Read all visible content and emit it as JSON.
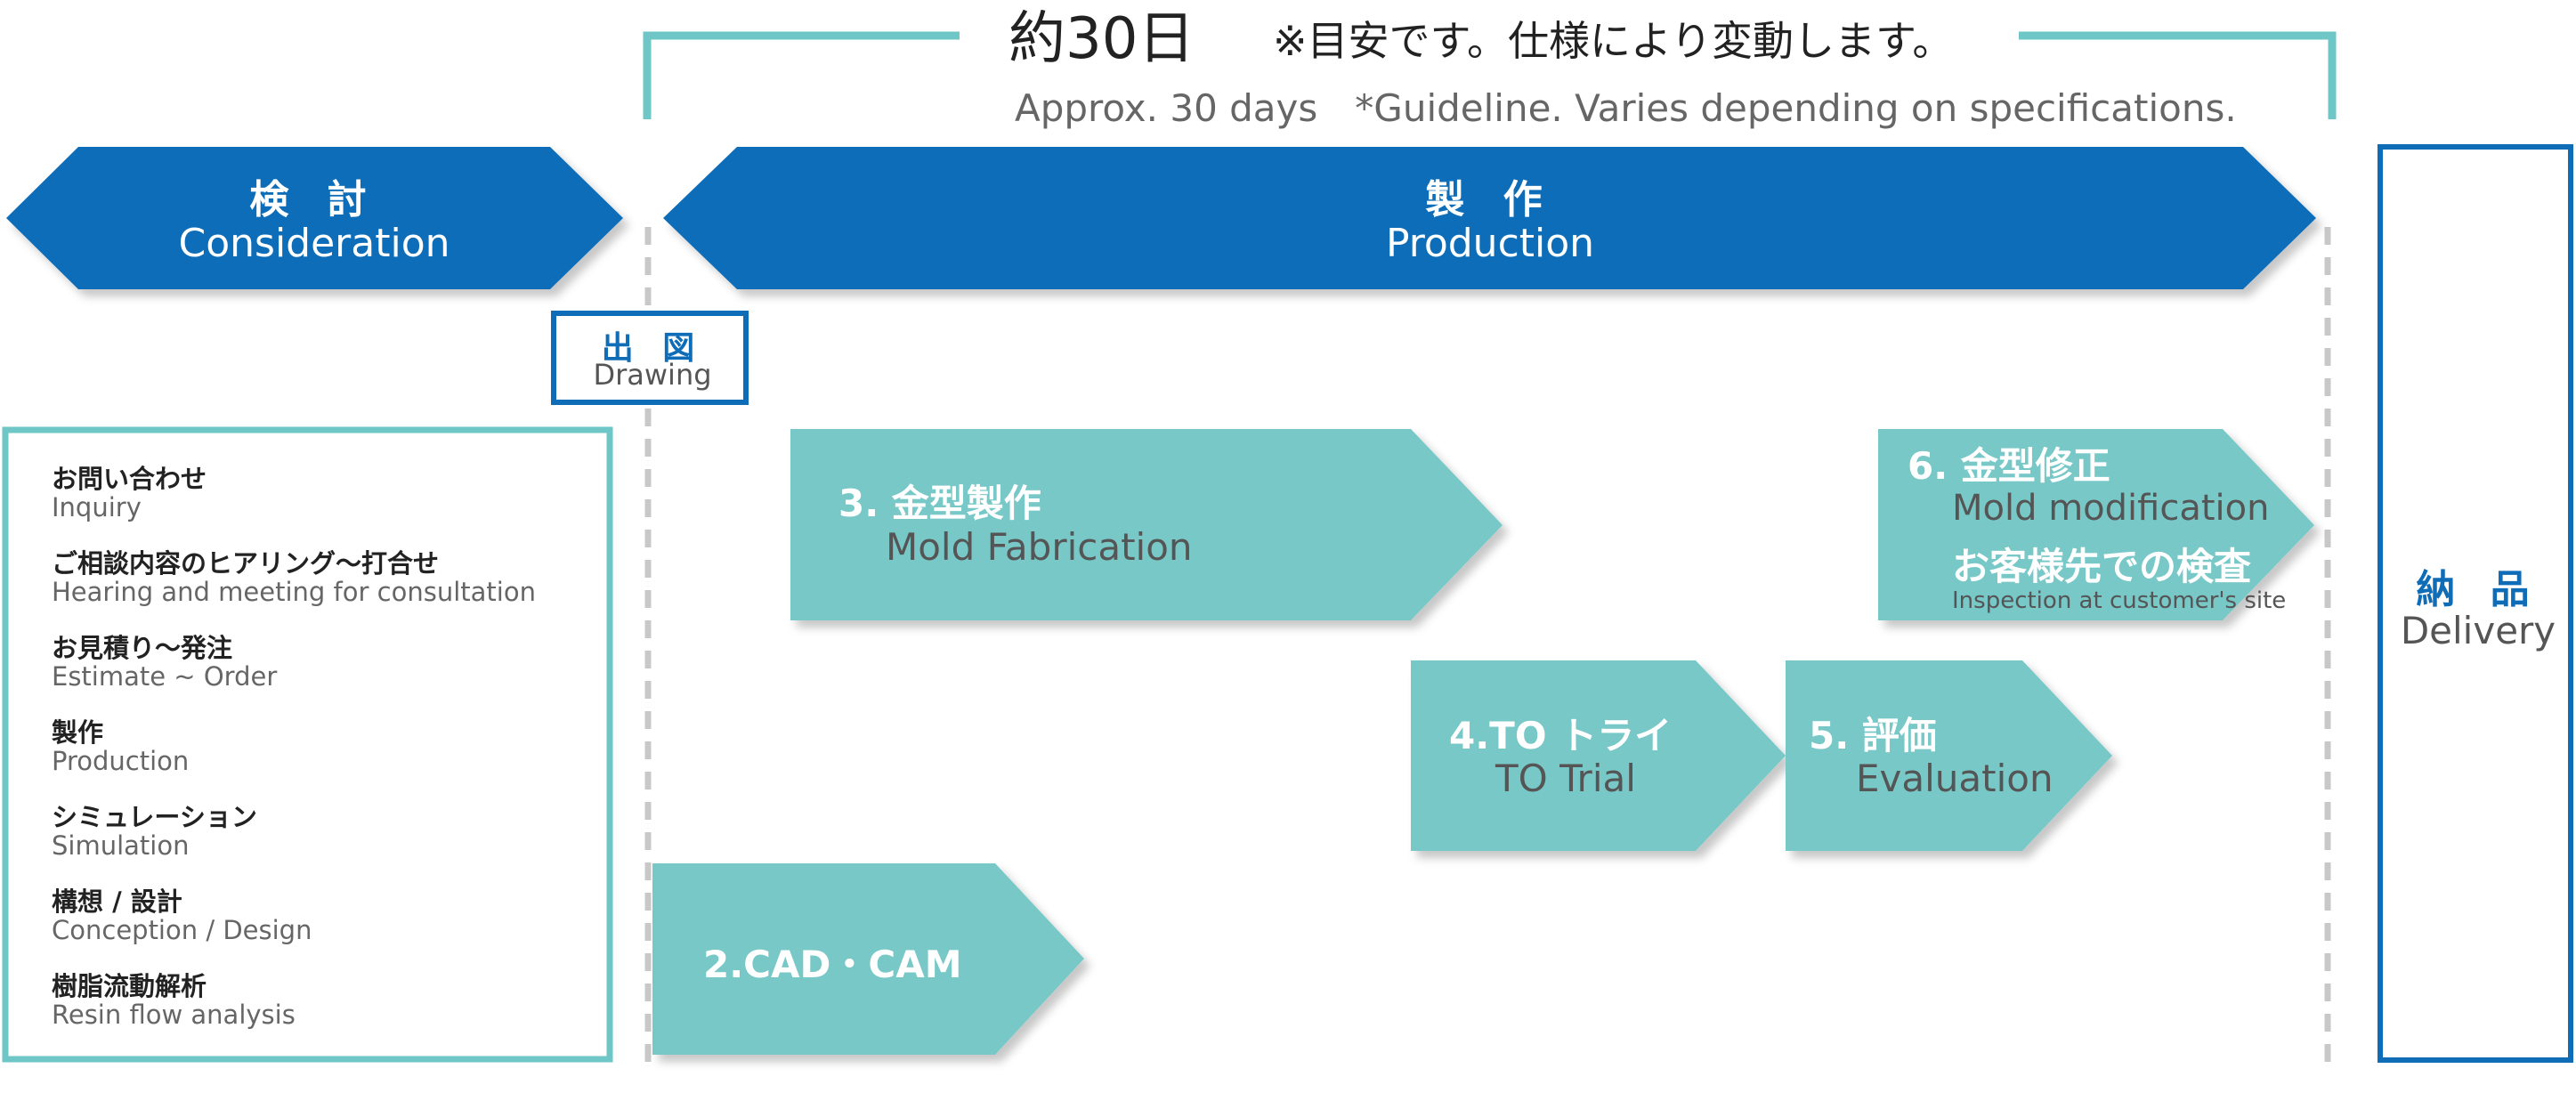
{
  "colors": {
    "primary_blue": "#0f6db8",
    "teal": "#78c8c8",
    "bracket": "#6ec6c6",
    "dashed": "#c8c8c8"
  },
  "timeline": {
    "jp": "約30日",
    "note_jp": "※目安です。仕様により変動します。",
    "en": "Approx. 30 days　*Guideline. Varies depending on specifications."
  },
  "phases": {
    "consideration": {
      "jp": "検 討",
      "en": "Consideration"
    },
    "production": {
      "jp": "製 作",
      "en": "Production"
    },
    "drawing": {
      "jp": "出 図",
      "en": "Drawing"
    },
    "delivery": {
      "jp": "納 品",
      "en": "Delivery"
    }
  },
  "consideration_list": [
    {
      "jp": "お問い合わせ",
      "en": "Inquiry"
    },
    {
      "jp": "ご相談内容のヒアリング～打合せ",
      "en": "Hearing and meeting for consultation"
    },
    {
      "jp": "お見積り～発注",
      "en": "Estimate ~ Order"
    },
    {
      "jp": "製作",
      "en": "Production"
    },
    {
      "jp": "シミュレーション",
      "en": "Simulation"
    },
    {
      "jp": "構想 / 設計",
      "en": "Conception / Design"
    },
    {
      "jp": "樹脂流動解析",
      "en": "Resin flow analysis"
    }
  ],
  "steps": {
    "cad_cam": {
      "title": "2.CAD・CAM"
    },
    "mold_fabrication": {
      "title": "3. 金型製作",
      "en": "Mold Fabrication"
    },
    "to_trial": {
      "title": "4.TO トライ",
      "en": "TO Trial"
    },
    "evaluation": {
      "title": "5. 評価",
      "en": "Evaluation"
    },
    "mold_modification": {
      "title": "6. 金型修正",
      "en": "Mold modification",
      "inspection_jp": "お客様先での検査",
      "inspection_en": "Inspection at customer's site"
    }
  }
}
